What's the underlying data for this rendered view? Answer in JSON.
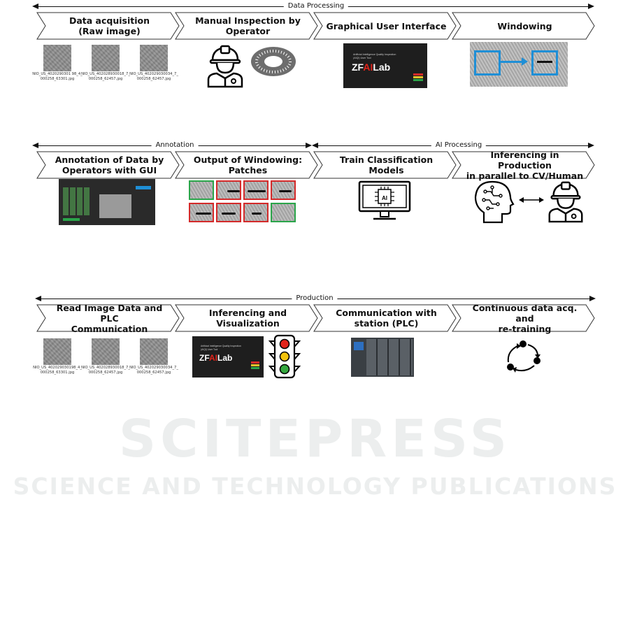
{
  "sections": [
    {
      "label": "Data Processing"
    },
    {
      "label": "Annotation"
    },
    {
      "label": "AI Processing"
    },
    {
      "label": "Production"
    }
  ],
  "rows": [
    {
      "steps": [
        {
          "title": "Data acquisition\n(Raw image)"
        },
        {
          "title": "Manual Inspection by\nOperator"
        },
        {
          "title": "Graphical User Interface"
        },
        {
          "title": "Windowing"
        }
      ]
    },
    {
      "steps": [
        {
          "title": "Annotation of Data by\nOperators with GUI"
        },
        {
          "title": "Output of Windowing:\nPatches"
        },
        {
          "title": "Train Classification\nModels"
        },
        {
          "title": "Inferencing in Production\nin parallel to CV/Human"
        }
      ]
    },
    {
      "steps": [
        {
          "title": "Read Image Data and PLC\nCommunication"
        },
        {
          "title": "Inferencing and\nVisualization"
        },
        {
          "title": "Communication with\nstation (PLC)"
        },
        {
          "title": "Continuous data acq. and\nre-training"
        }
      ]
    }
  ],
  "raw_images_row1": [
    {
      "caption": "NIO_US_4020290301 98_4_\n000258_63301.jpg"
    },
    {
      "caption": "NIO_US_402028930018_7_\n000258_62457.jpg"
    },
    {
      "caption": "NIO_US_402029030034_7_\n000258_62457.jpg"
    }
  ],
  "raw_images_row3": [
    {
      "caption": "NIO_US_402029030198_4_\n000258_63301.jpg"
    },
    {
      "caption": "NIO_US_402028930018_7_\n000258_62457.jpg"
    },
    {
      "caption": "NIO_US_402029030034_7_\n000258_62457.jpg"
    }
  ],
  "gui_logo": {
    "zf": "ZF",
    "ai": "AI",
    "lab": "Lab",
    "subtitle": "Artificial Intelligence Quality Inspection\n(AIQI) User Tool"
  },
  "ai_chip_label": "AI",
  "colors": {
    "accent_blue": "#1f8fd6",
    "ok_green": "#2aa54a",
    "nok_red": "#d42a2a",
    "logo_red": "#e2231a",
    "logo_blue": "#2f6fd6"
  },
  "watermark": {
    "line1": "SCITEPRESS",
    "line2": "SCIENCE AND TECHNOLOGY PUBLICATIONS"
  }
}
